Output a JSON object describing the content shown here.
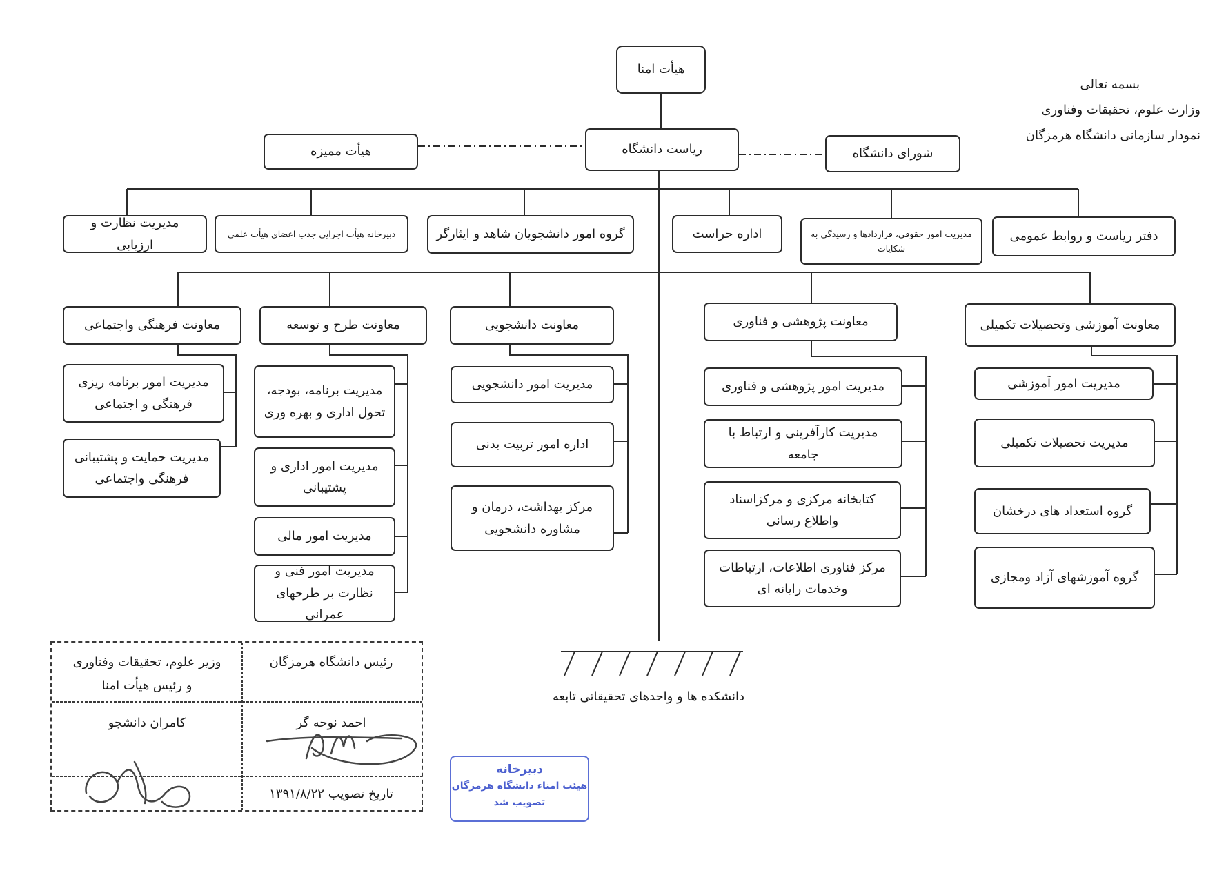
{
  "header": {
    "line1": "بسمه تعالی",
    "line2": "وزارت علوم، تحقیقات وفناوری",
    "line3": "نمودار سازمانی دانشگاه هرمزگان"
  },
  "top": {
    "board_of_trustees": "هیأت امنا",
    "presidency": "ریاست دانشگاه",
    "board_of_examiners": "هیأت ممیزه",
    "university_council": "شورای دانشگاه"
  },
  "units": [
    "دفتر ریاست و روابط عمومی",
    "مدیریت امور حقوقی، قراردادها و رسیدگی به شکایات",
    "اداره حراست",
    "گروه امور دانشجویان شاهد و ایثارگر",
    "دبیرخانه هیأت اجرایی جذب اعضای هیأت علمی",
    "مدیریت نظارت و ارزیابی"
  ],
  "vice_presidencies": [
    {
      "title": "معاونت آموزشی وتحصیلات تکمیلی",
      "subunits": [
        "مدیریت امور آموزشی",
        "مدیریت تحصیلات تکمیلی",
        "گروه استعداد های درخشان",
        "گروه آموزشهای آزاد ومجازی"
      ]
    },
    {
      "title": "معاونت پژوهشی و فناوری",
      "subunits": [
        "مدیریت امور پژوهشی و فناوری",
        "مدیریت کارآفرینی و ارتباط با جامعه",
        "کتابخانه مرکزی و مرکزاسناد واطلاع رسانی",
        "مرکز فناوری اطلاعات، ارتباطات وخدمات رایانه ای"
      ]
    },
    {
      "title": "معاونت دانشجویی",
      "subunits": [
        "مدیریت امور دانشجویی",
        "اداره امور تربیت بدنی",
        "مرکز بهداشت، درمان و مشاوره دانشجویی"
      ]
    },
    {
      "title": "معاونت طرح و توسعه",
      "subunits": [
        "مدیریت برنامه، بودجه، تحول اداری و بهره وری",
        "مدیریت امور اداری و پشتیبانی",
        "مدیریت امور مالی",
        "مدیریت امور فنی و نظارت بر طرحهای عمرانی"
      ]
    },
    {
      "title": "معاونت فرهنگی واجتماعی",
      "subunits": [
        "مدیریت امور برنامه ریزی فرهنگی و اجتماعی",
        "مدیریت حمایت و پشتیبانی فرهنگی واجتماعی"
      ]
    }
  ],
  "faculties_label": "دانشکده ها و واحدهای تحقیقاتی تابعه",
  "signatures": {
    "president_title": "رئیس دانشگاه هرمزگان",
    "president_name": "احمد نوحه گر",
    "minister_title": "وزیر علوم، تحقیقات وفناوری و رئیس هیأت امنا",
    "minister_name": "کامران دانشجو",
    "approval_date": "تاریخ تصویب ۱۳۹۱/۸/۲۲"
  },
  "stamp": {
    "line1": "دبیرخانه",
    "line2": "هیئت امناء دانشگاه هرمزگان",
    "line3": "تصویب شد"
  },
  "colors": {
    "ink": "#2b2b2b",
    "stamp": "#4b5fcf",
    "background": "#ffffff"
  }
}
